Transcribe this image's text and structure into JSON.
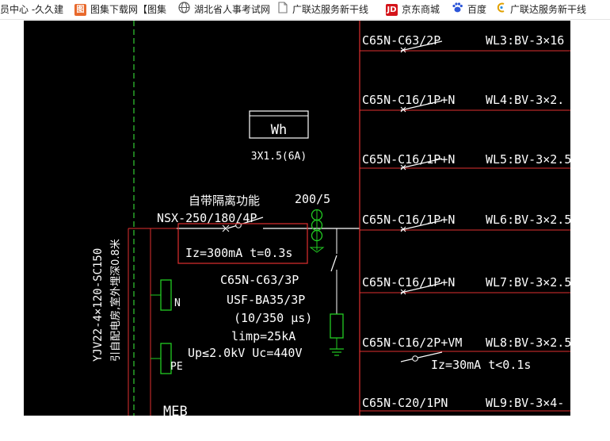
{
  "bookmarks": [
    {
      "label": "员中心 -久久建"
    },
    {
      "label": "图集下载网【图集",
      "icon": "图"
    },
    {
      "label": "湖北省人事考试网"
    },
    {
      "label": "广联达服务新干线"
    },
    {
      "label": "京东商城",
      "icon": "JD"
    },
    {
      "label": "百度"
    },
    {
      "label": "广联达服务新干线"
    }
  ],
  "colors": {
    "canvas": "#000000",
    "red_wire": "#e03030",
    "white_wire": "#ffffff",
    "green_device": "#22cc22",
    "green_dash": "#33cc33"
  },
  "drawing": {
    "meter": {
      "label": "Wh",
      "spec": "3X1.5(6A)"
    },
    "isolation_note": "自带隔离功能",
    "ct_ratio": "200/5",
    "main_breaker": "NSX-250/180/4P",
    "rcd_setting": "Iz=300mA  t=0.3s",
    "incoming_cable": "YJV22-4×120-SC150",
    "incoming_route": "引自配电房,室外埋深0.8米",
    "spd_breaker": "C65N-C63/3P",
    "spd_model": "USF-BA35/3P",
    "spd_wave": "(10/350  μs)",
    "spd_limp": "limp=25kA",
    "spd_ratings": "Up≤2.0kV  Uc=440V",
    "n_terminal": "N",
    "pe_terminal": "PE",
    "meb": "MEB",
    "feeders": [
      {
        "breaker": "C65N-C63/2P",
        "cable": "WL3:BV-3×16"
      },
      {
        "breaker": "C65N-C16/1P+N",
        "cable": "WL4:BV-3×2."
      },
      {
        "breaker": "C65N-C16/1P+N",
        "cable": "WL5:BV-3×2.5"
      },
      {
        "breaker": "C65N-C16/1P+N",
        "cable": "WL6:BV-3×2.5"
      },
      {
        "breaker": "C65N-C16/1P+N",
        "cable": "WL7:BV-3×2.5"
      },
      {
        "breaker": "C65N-C16/2P+VM",
        "cable": "WL8:BV-3×2.5",
        "note": "Iz=30mA  t<0.1s"
      },
      {
        "breaker": "C65N-C20/1PN",
        "cable": "WL9:BV-3×4-"
      }
    ]
  }
}
